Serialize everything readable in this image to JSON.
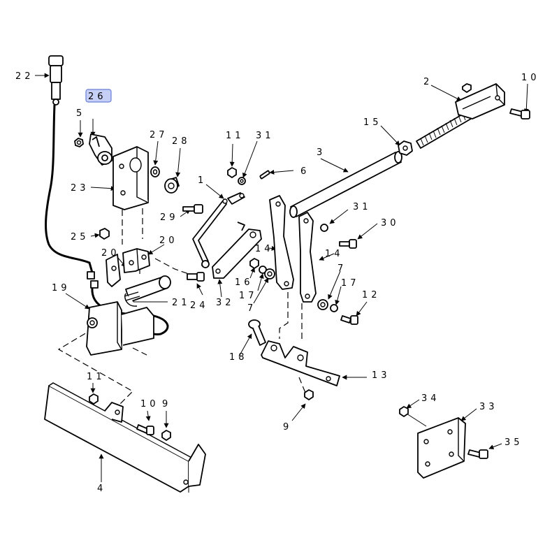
{
  "highlight_label": "26",
  "labels": {
    "l22": "22",
    "l26": "26",
    "l5": "5",
    "l23": "23",
    "l27": "27",
    "l28": "28",
    "l29": "29",
    "l25": "25",
    "l20a": "20",
    "l20b": "20",
    "l19": "19",
    "l21": "21",
    "l24": "24",
    "l11a": "11",
    "l31a": "31",
    "l6": "6",
    "l1": "1",
    "l3": "3",
    "l15": "15",
    "l2": "2",
    "l10a": "10",
    "l31b": "31",
    "l30": "30",
    "l14a": "14",
    "l14b": "14",
    "l7a": "7",
    "l17a": "17",
    "l12": "12",
    "l16": "16",
    "l17b": "17",
    "l7b": "7",
    "l32": "32",
    "l18": "18",
    "l13": "13",
    "l9a": "9",
    "l11b": "11",
    "l10b": "10",
    "l9b": "9",
    "l4": "4",
    "l34": "34",
    "l33": "33",
    "l35": "35"
  }
}
